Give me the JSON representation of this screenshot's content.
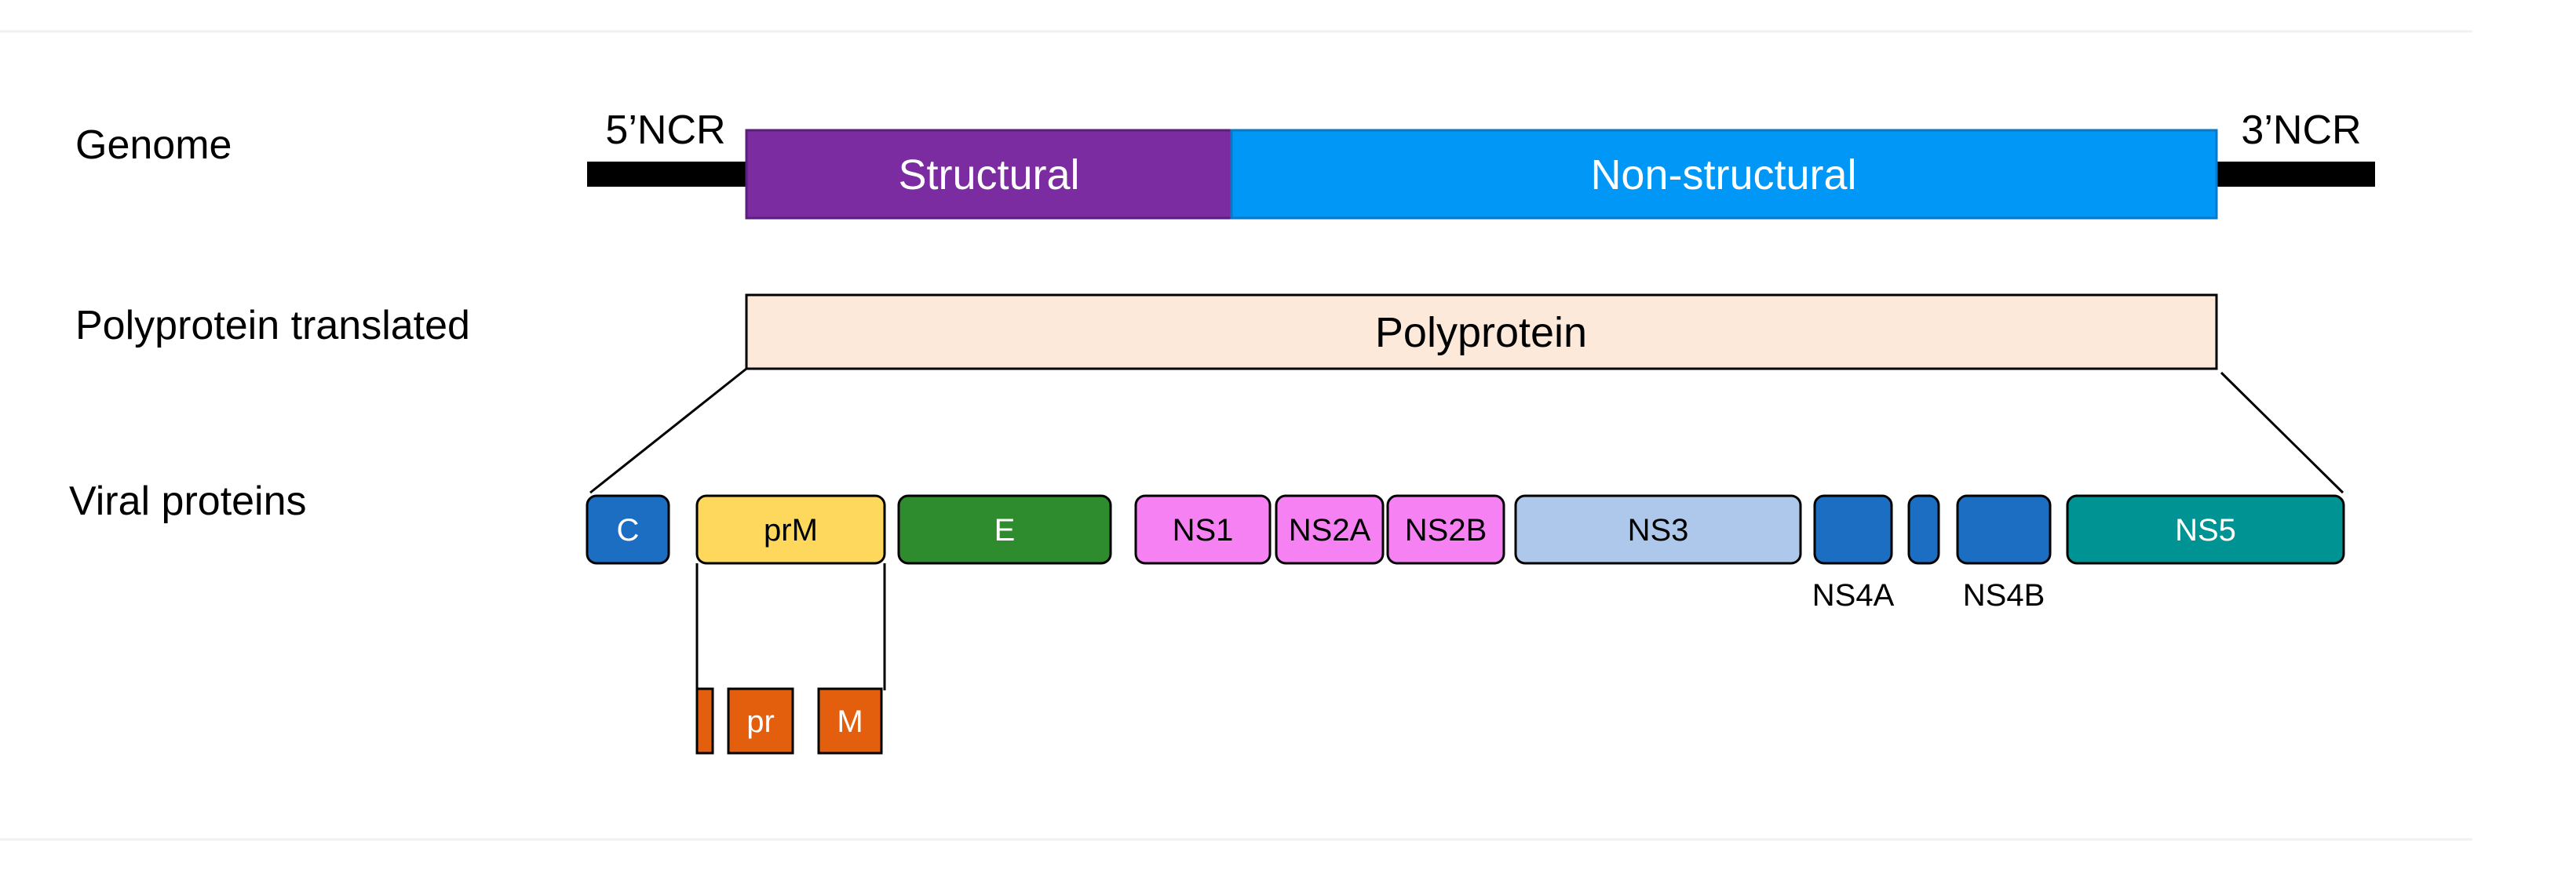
{
  "rows": {
    "genome": "Genome",
    "polyprotein": "Polyprotein translated",
    "viral_proteins": "Viral proteins"
  },
  "genome": {
    "five_prime": "5’NCR",
    "three_prime": "3’NCR",
    "structural": {
      "label": "Structural",
      "color": "#7b2ca0"
    },
    "nonstructural": {
      "label": "Non-structural",
      "color": "#0197f6"
    },
    "line_color": "#000000"
  },
  "polyprotein": {
    "label": "Polyprotein",
    "color": "#fde9da"
  },
  "proteins": [
    {
      "name": "C",
      "color": "#1b6ec2",
      "text_color": "#ffffff"
    },
    {
      "name": "prM",
      "color": "#fdd85d",
      "text_color": "#000000"
    },
    {
      "name": "E",
      "color": "#2e8b2e",
      "text_color": "#ffffff"
    },
    {
      "name": "NS1",
      "color": "#f681f3",
      "text_color": "#000000"
    },
    {
      "name": "NS2A",
      "color": "#f681f3",
      "text_color": "#000000"
    },
    {
      "name": "NS2B",
      "color": "#f681f3",
      "text_color": "#000000"
    },
    {
      "name": "NS3",
      "color": "#adc8ea",
      "text_color": "#000000"
    },
    {
      "name": "",
      "color": "#1b6ec2",
      "text_color": "#ffffff",
      "below": "NS4A"
    },
    {
      "name": "",
      "color": "#1b6ec2",
      "text_color": "#ffffff"
    },
    {
      "name": "",
      "color": "#1b6ec2",
      "text_color": "#ffffff",
      "below": "NS4B"
    },
    {
      "name": "NS5",
      "color": "#009393",
      "text_color": "#ffffff"
    }
  ],
  "cleavage": [
    {
      "name": "",
      "color": "#e35f0e"
    },
    {
      "name": "pr",
      "color": "#e35f0e"
    },
    {
      "name": "M",
      "color": "#e35f0e"
    }
  ]
}
